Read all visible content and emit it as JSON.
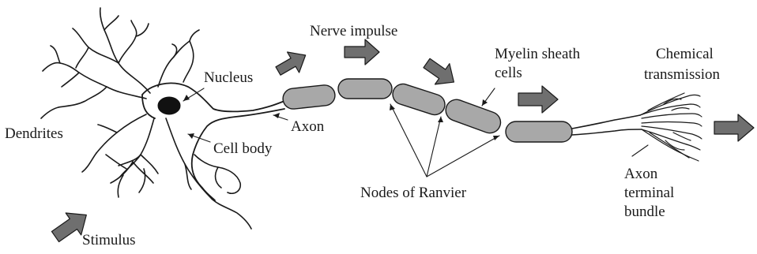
{
  "labels": {
    "dendrites": "Dendrites",
    "nucleus": "Nucleus",
    "axon": "Axon",
    "cell_body": "Cell body",
    "nerve_impulse": "Nerve impulse",
    "myelin_line1": "Myelin sheath",
    "myelin_line2": "cells",
    "nodes_of_ranvier": "Nodes of Ranvier",
    "chemical_line1": "Chemical",
    "chemical_line2": "transmission",
    "terminal_line1": "Axon",
    "terminal_line2": "terminal",
    "terminal_line3": "bundle",
    "stimulus": "Stimulus"
  },
  "colors": {
    "ink": "#1a1a1a",
    "arrow_fill": "#6f6f6f",
    "myelin_fill": "#a8a8a8",
    "nucleus_fill": "#111111"
  }
}
